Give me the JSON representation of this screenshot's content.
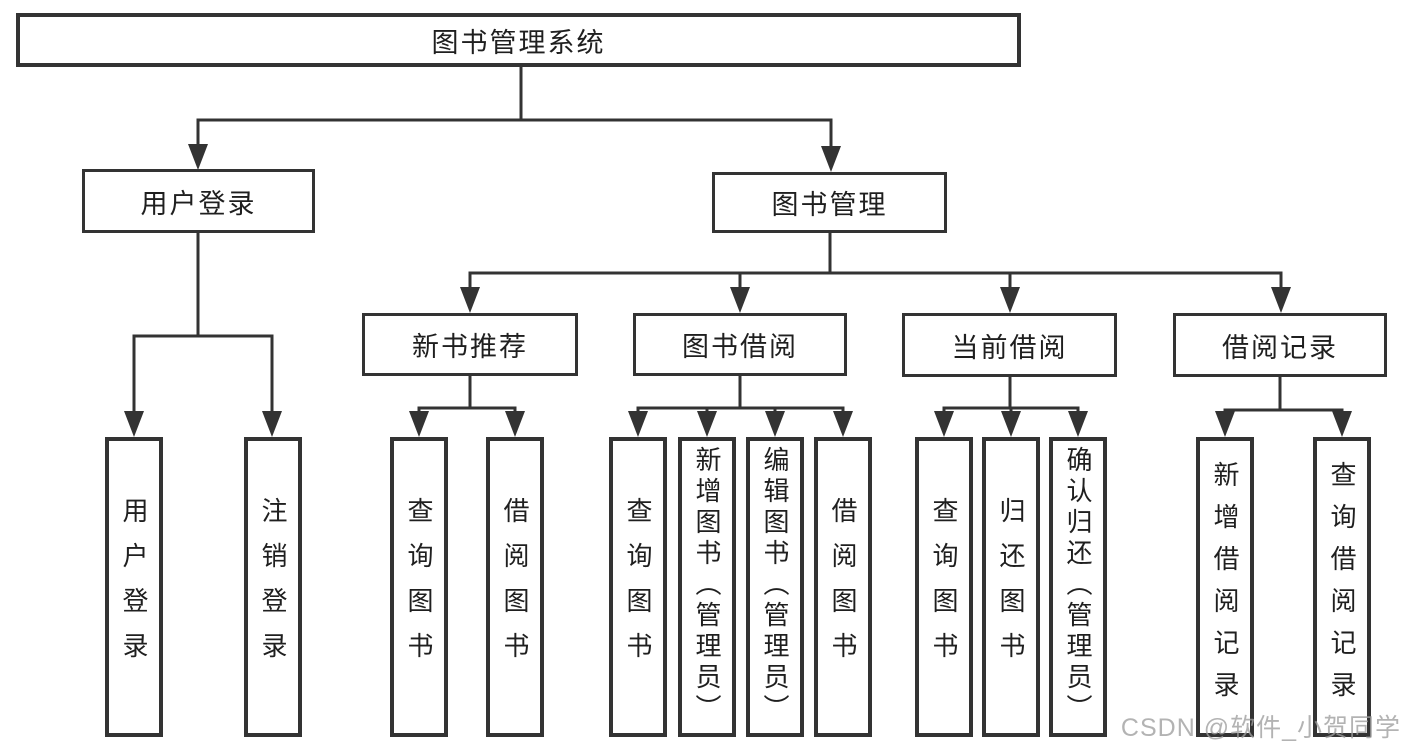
{
  "colors": {
    "line": "#333333",
    "text": "#1f1f1f",
    "background": "#ffffff",
    "watermark": "#9e9e9e"
  },
  "watermark": {
    "text": "CSDN @软件_小贺同学"
  },
  "tree": {
    "label": "图书管理系统",
    "children": [
      {
        "label": "用户登录",
        "children": [
          {
            "label": "用户登录"
          },
          {
            "label": "注销登录"
          }
        ]
      },
      {
        "label": "图书管理",
        "children": [
          {
            "label": "新书推荐",
            "children": [
              {
                "label": "查询图书"
              },
              {
                "label": "借阅图书"
              }
            ]
          },
          {
            "label": "图书借阅",
            "children": [
              {
                "label": "查询图书"
              },
              {
                "label": "新增图书（管理员）"
              },
              {
                "label": "编辑图书（管理员）"
              },
              {
                "label": "借阅图书"
              }
            ]
          },
          {
            "label": "当前借阅",
            "children": [
              {
                "label": "查询图书"
              },
              {
                "label": "归还图书"
              },
              {
                "label": "确认归还（管理员）"
              }
            ]
          },
          {
            "label": "借阅记录",
            "children": [
              {
                "label": "新增借阅记录"
              },
              {
                "label": "查询借阅记录"
              }
            ]
          }
        ]
      }
    ]
  }
}
